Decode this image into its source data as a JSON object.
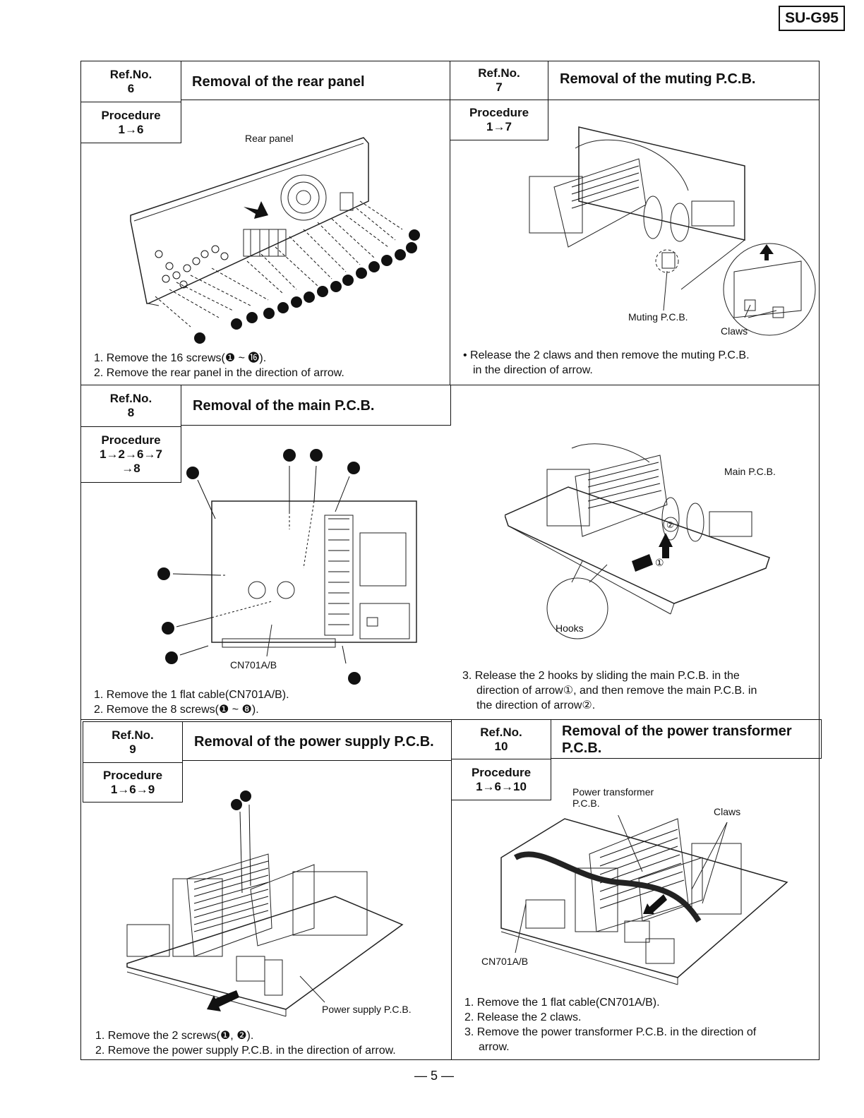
{
  "header": {
    "model": "SU-G95"
  },
  "sections": [
    {
      "ref_label": "Ref.No.",
      "ref_no": "6",
      "title": "Removal of the rear panel",
      "proc_label": "Procedure",
      "proc_steps": "1→6",
      "fig_labels": [
        "Rear panel"
      ],
      "notes": [
        "1. Remove the 16 screws(❶ ~ ⓰).",
        "2. Remove the rear panel in the direction of arrow."
      ]
    },
    {
      "ref_label": "Ref.No.",
      "ref_no": "7",
      "title": "Removal of the muting P.C.B.",
      "proc_label": "Procedure",
      "proc_steps": "1→7",
      "fig_labels": [
        "Muting P.C.B.",
        "Claws"
      ],
      "notes": [
        "• Release the 2 claws and then remove the muting P.C.B.",
        "in the direction of arrow."
      ]
    },
    {
      "ref_label": "Ref.No.",
      "ref_no": "8",
      "title": "Removal of the main P.C.B.",
      "proc_label": "Procedure",
      "proc_steps_1": "1→2→6→7",
      "proc_steps_2": "→8",
      "fig_labels": [
        "CN701A/B",
        "Main P.C.B.",
        "Hooks"
      ],
      "notes": [
        "1. Remove the 1 flat cable(CN701A/B).",
        "2. Remove the 8 screws(❶ ~ ❽)."
      ],
      "notes_right": [
        "3. Release the 2 hooks by sliding the main P.C.B. in the",
        "direction of arrow①, and then remove the main P.C.B. in",
        "the direction of arrow②."
      ]
    },
    {
      "ref_label": "Ref.No.",
      "ref_no": "9",
      "title": "Removal of the power supply P.C.B.",
      "proc_label": "Procedure",
      "proc_steps": "1→6→9",
      "fig_labels": [
        "Power supply P.C.B."
      ],
      "notes": [
        "1. Remove the 2 screws(❶, ❷).",
        "2. Remove the power supply P.C.B. in the direction of arrow."
      ]
    },
    {
      "ref_label": "Ref.No.",
      "ref_no": "10",
      "title_1": "Removal of the power transformer",
      "title_2": "P.C.B.",
      "proc_label": "Procedure",
      "proc_steps": "1→6→10",
      "fig_labels": [
        "Power transformer",
        "P.C.B.",
        "Claws",
        "CN701A/B"
      ],
      "notes": [
        "1. Remove the 1 flat cable(CN701A/B).",
        "2. Release the 2 claws.",
        "3. Remove the power transformer P.C.B. in the direction of",
        "arrow."
      ]
    }
  ],
  "footer": {
    "page": "— 5 —"
  }
}
